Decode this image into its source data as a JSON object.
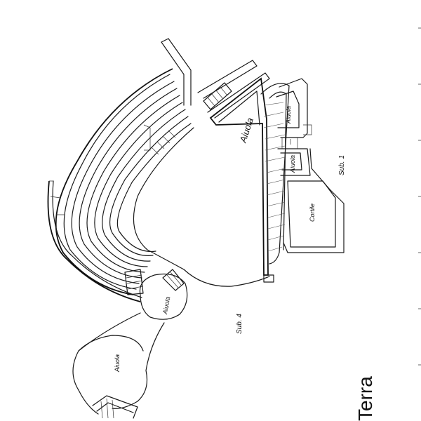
{
  "labels": {
    "aiuola_1": "Aiuola",
    "aiuola_2": "Aiuola",
    "aiuola_3": "Aiuola",
    "aiuola_4": "Aiuola",
    "aiuola_5": "Aiuola",
    "cortile": "Cortile",
    "sub1": "Sub. 1",
    "sub4": "Sub. 4",
    "floor_title": "Terra"
  }
}
